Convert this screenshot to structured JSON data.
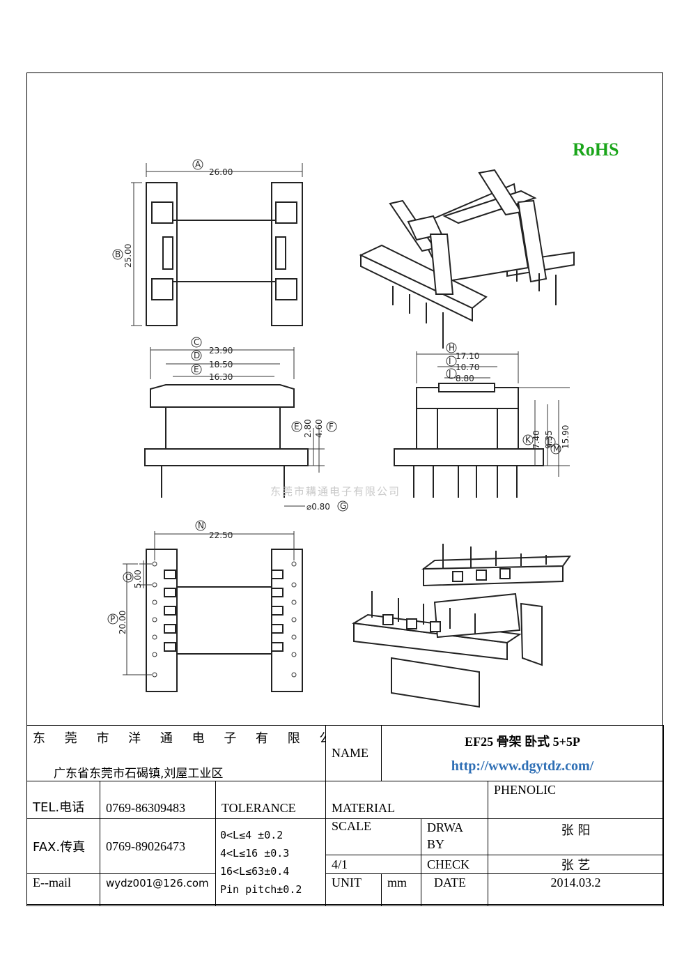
{
  "badge": {
    "rohs": "RoHS"
  },
  "watermark": "东莞市耩通电子有限公司",
  "dimensions": {
    "A": "A",
    "A_val": "26.00",
    "B": "B",
    "B_val": "25.00",
    "C": "C",
    "C_val": "23.90",
    "D": "D",
    "D_val": "18.50",
    "E": "E",
    "E_val": "16.30",
    "Ebot": "E",
    "Ebot_val": "2.80",
    "F": "F",
    "F_val": "4.60",
    "G": "G",
    "G_val": "⌀0.80",
    "H": "H",
    "H_val": "17.10",
    "I": "I",
    "I_val": "10.70",
    "J": "J",
    "J_val": "8.80",
    "K": "K",
    "K_val": "7.40",
    "L": "L",
    "L_val": "9.35",
    "M": "M",
    "M_val": "15.90",
    "N": "N",
    "N_val": "22.50",
    "O": "O",
    "O_val": "5.00",
    "P": "P",
    "P_val": "20.00"
  },
  "title_block": {
    "company": "东 莞 市 洋 通 电 子 有 限 公 司",
    "address": "广东省东莞市石碣镇,刘屋工业区",
    "name_label": "NAME",
    "name_value": "EF25 骨架 卧式 5+5P",
    "url": "http://www.dgytdz.com/",
    "tel_label": "TEL.电话",
    "tel_value": "0769-86309483",
    "tolerance_label": "TOLERANCE",
    "material_label": "MATERIAL",
    "material_value": "PHENOLIC",
    "fax_label": "FAX.传真",
    "fax_value": "0769-89026473",
    "tol_1": "0<L≤4   ±0.2",
    "tol_2": "4<L≤16  ±0.3",
    "tol_3": "16<L≤63±0.4",
    "tol_4": "Pin pitch±0.2",
    "scale_label": "SCALE",
    "scale_value": "4/1",
    "drawn_label_1": "DRWA",
    "drawn_label_2": "BY",
    "drawn_value": "张 阳",
    "check_label": "CHECK",
    "check_value": "张 艺",
    "email_label": "E--mail",
    "email_value": "wydz001@126.com",
    "unit_label": "UNIT",
    "unit_value": "mm",
    "date_label": "DATE",
    "date_value": "2014.03.2"
  }
}
